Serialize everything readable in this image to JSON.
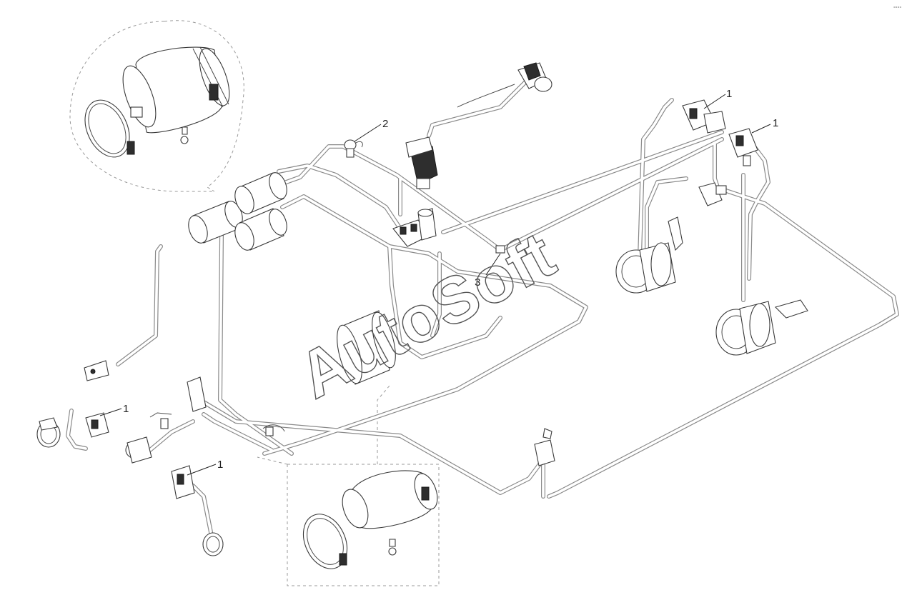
{
  "watermark": "AutoSoft",
  "corner_mark": "°°°°",
  "callouts": {
    "valve_front_top": "1",
    "valve_front_right": "1",
    "valve_rear_left": "1",
    "valve_rear_bottom": "1",
    "drain_valve": "2",
    "connector": "3"
  }
}
